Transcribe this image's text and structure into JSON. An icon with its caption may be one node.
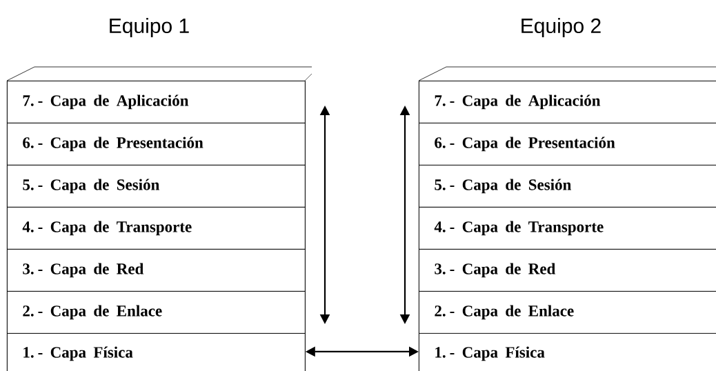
{
  "diagram": {
    "nodes": [
      {
        "text": [
          "Equipo 1"
        ]
      },
      {
        "text": [
          "7. - Capa de Aplicación"
        ],
        "in": 0
      },
      {
        "text": [
          "6. - Capa de Presentación"
        ],
        "in": 0
      },
      {
        "text": [
          "5. - Capa de Sesión"
        ],
        "in": 0
      },
      {
        "text": [
          "4. - Capa de Transporte"
        ],
        "in": 0
      },
      {
        "text": [
          "3. - Capa de Red"
        ],
        "in": 0
      },
      {
        "text": [
          "2. - Capa de Enlace"
        ],
        "in": 0
      },
      {
        "text": [
          "1. - Capa Física"
        ],
        "in": 0
      },
      {
        "text": [
          "Equipo 2"
        ]
      },
      {
        "text": [
          "7. - Capa de Aplicación"
        ],
        "in": 8
      },
      {
        "text": [
          "6. - Capa de Presentación"
        ],
        "in": 8
      },
      {
        "text": [
          "5. - Capa de Sesión"
        ],
        "in": 8
      },
      {
        "text": [
          "4. - Capa de Transporte"
        ],
        "in": 8
      },
      {
        "text": [
          "3. - Capa de Red"
        ],
        "in": 8
      },
      {
        "text": [
          "2. - Capa de Enlace"
        ],
        "in": 8
      },
      {
        "text": [
          "1. - Capa Física"
        ],
        "in": 8
      }
    ],
    "edges": [
      {
        "from": 7,
        "to": 15,
        "arrow": "both"
      }
    ]
  }
}
